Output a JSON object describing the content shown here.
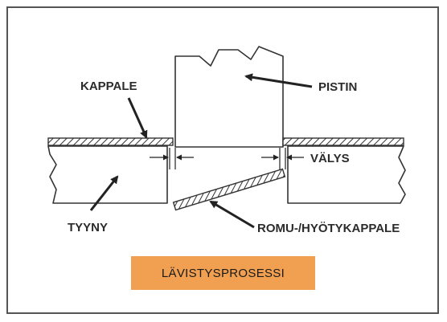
{
  "labels": {
    "kappale": "KAPPALE",
    "pistin": "PISTIN",
    "valys": "VÄLYS",
    "tyyny": "TYYNY",
    "romu": "ROMU-/HYÖTYKAPPALE"
  },
  "caption": "LÄVISTYSPROSESSI",
  "colors": {
    "frame": "#555555",
    "ink": "#2b2b2b",
    "caption_bg": "#f0a050"
  }
}
